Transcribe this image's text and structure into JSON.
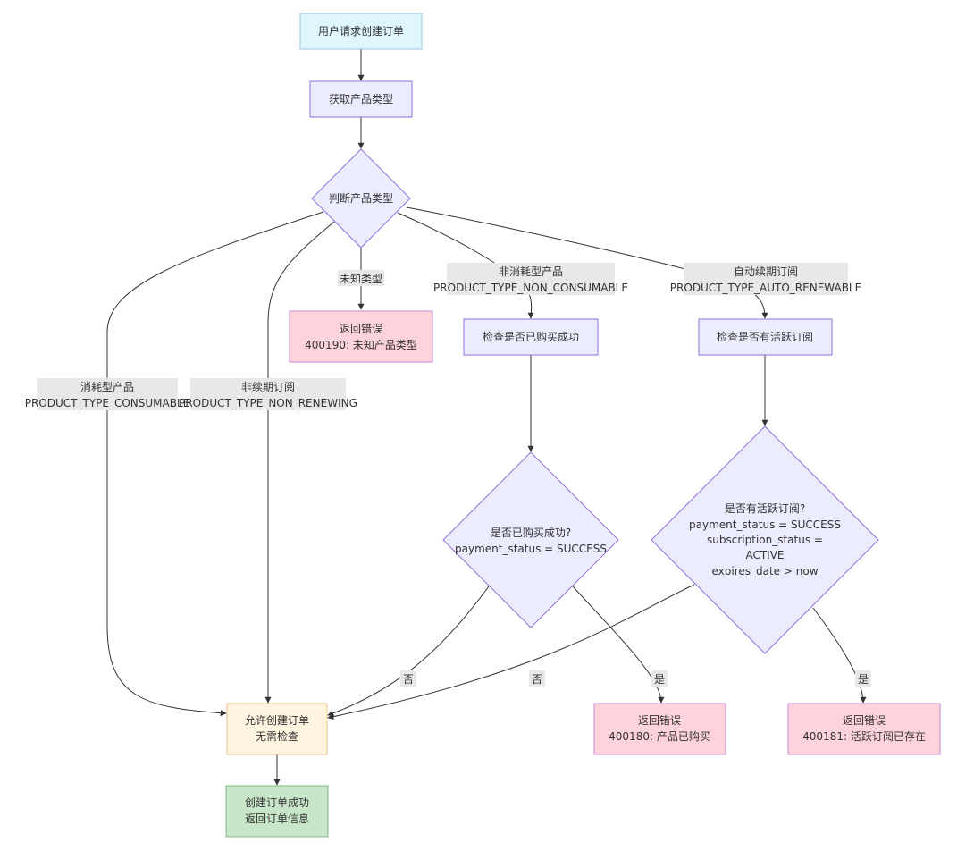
{
  "nodes": {
    "start": {
      "lines": [
        "用户请求创建订单"
      ],
      "fill": "#dff6fd",
      "stroke": "#9bc8e0"
    },
    "get_type": {
      "lines": [
        "获取产品类型"
      ],
      "fill": "#ececff",
      "stroke": "#9370db"
    },
    "judge_type": {
      "lines": [
        "判断产品类型"
      ],
      "fill": "#ececff",
      "stroke": "#9370db"
    },
    "err_unknown": {
      "lines": [
        "返回错误",
        "400190: 未知产品类型"
      ],
      "fill": "#ffd3dc",
      "stroke": "#c98bd4"
    },
    "check_purchase": {
      "lines": [
        "检查是否已购买成功"
      ],
      "fill": "#ececff",
      "stroke": "#9370db"
    },
    "check_active": {
      "lines": [
        "检查是否有活跃订阅"
      ],
      "fill": "#ececff",
      "stroke": "#9370db"
    },
    "decide_purchase": {
      "lines": [
        "是否已购买成功?",
        "payment_status = SUCCESS"
      ],
      "fill": "#ececff",
      "stroke": "#9370db"
    },
    "decide_active": {
      "lines": [
        "是否有活跃订阅?",
        "payment_status = SUCCESS",
        "subscription_status =",
        "ACTIVE",
        "expires_date > now"
      ],
      "fill": "#ececff",
      "stroke": "#9370db"
    },
    "allow": {
      "lines": [
        "允许创建订单",
        "无需检查"
      ],
      "fill": "#fff4e0",
      "stroke": "#e8c08a"
    },
    "err_purchased": {
      "lines": [
        "返回错误",
        "400180: 产品已购买"
      ],
      "fill": "#ffd3dc",
      "stroke": "#c98bd4"
    },
    "err_active": {
      "lines": [
        "返回错误",
        "400181: 活跃订阅已存在"
      ],
      "fill": "#ffd3dc",
      "stroke": "#c98bd4"
    },
    "success": {
      "lines": [
        "创建订单成功",
        "返回订单信息"
      ],
      "fill": "#c8e6c9",
      "stroke": "#82b882"
    }
  },
  "edge_labels": {
    "unknown": [
      "未知类型"
    ],
    "non_consumable": [
      "非消耗型产品",
      "PRODUCT_TYPE_NON_CONSUMABLE"
    ],
    "auto_renewable": [
      "自动续期订阅",
      "PRODUCT_TYPE_AUTO_RENEWABLE"
    ],
    "consumable": [
      "消耗型产品",
      "PRODUCT_TYPE_CONSUMABLE"
    ],
    "non_renewing": [
      "非续期订阅",
      "PRODUCT_TYPE_NON_RENEWING"
    ],
    "purchase_no": [
      "否"
    ],
    "active_no": [
      "否"
    ],
    "purchase_yes": [
      "是"
    ],
    "active_yes": [
      "是"
    ]
  },
  "colors": {
    "edge": "#333333",
    "label_bg": "#e8e8e8",
    "text": "#333333"
  }
}
